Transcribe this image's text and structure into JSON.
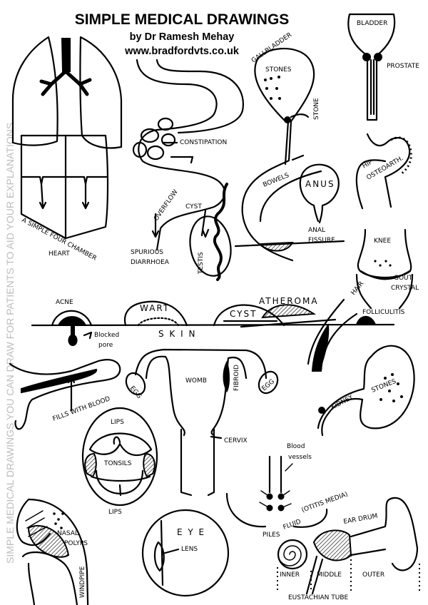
{
  "header": {
    "title": "SIMPLE MEDICAL DRAWINGS",
    "author": "by Dr Ramesh Mehay",
    "website": "www.bradfordvts.co.uk"
  },
  "side_caption": "SIMPLE MEDICAL DRAWINGS YOU CAN DRAW FOR PATIENTS TO AID YOUR EXPLANATIONS",
  "labels": {
    "heart": "A SIMPLE FOUR CHAMBER",
    "heart2": "HEART",
    "constipation": "CONSTIPATION",
    "overflow": "OVERFLOW",
    "spurious": "SPURIOUS",
    "diarrhoea": "DIARRHOEA",
    "gallbladder": "GALLBLADDER",
    "stones": "STONES",
    "stone": "STONE",
    "bowels": "BOWELS",
    "bladder": "BLADDER",
    "prostate": "PROSTATE",
    "hip": "HIP",
    "osteoarth": "OSTEOARTH.",
    "anus": "ANUS",
    "anal": "ANAL",
    "fissure": "FISSURE",
    "cyst_testis": "CYST",
    "testis": "TESTIS",
    "knee": "KNEE",
    "gout": "GOUT",
    "crystal": "CRYSTAL",
    "atheroma": "ATHEROMA",
    "acne": "ACNE",
    "wart": "WART",
    "cyst_skin": "CYST",
    "hair": "HAIR",
    "folliculitis": "FOLLICULITIS",
    "blocked": "Blocked",
    "pore": "pore",
    "skin": "S K I N",
    "fills_blood": "FILLS WITH BLOOD",
    "womb": "WOMB",
    "fibroid": "FIBROID",
    "egg_left": "EGG",
    "egg_right": "EGG",
    "cervix": "CERVIX",
    "kidney": "KIDNEY",
    "kidney_stones": "STONES",
    "lips_top": "LIPS",
    "tonsils": "TONSILS",
    "lips_bottom": "LIPS",
    "blood": "Blood",
    "vessels": "vessels",
    "piles": "PILES",
    "nasal": "NASAL",
    "polyps": "POLYPS",
    "windpipe": "WINDPIPE",
    "eye": "E Y E",
    "lens": "LENS",
    "fluid": "FLUID",
    "otitis": "(OTITIS MEDIA)",
    "eardrum": "EAR DRUM",
    "inner": "INNER",
    "middle": "MIDDLE",
    "outer": "OUTER",
    "eustachian": "EUSTACHIAN TUBE"
  }
}
